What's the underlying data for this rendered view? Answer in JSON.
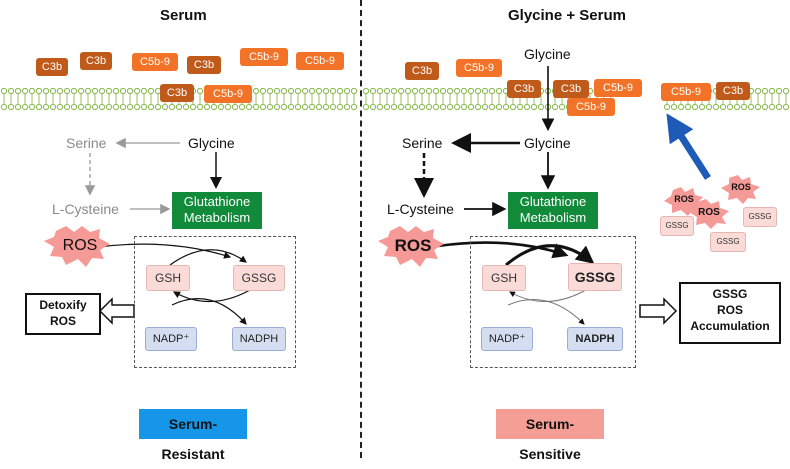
{
  "titles": {
    "left": "Serum",
    "right": "Glycine + Serum"
  },
  "proteins": {
    "c3b": "C3b",
    "c5b9": "C5b-9"
  },
  "nodes": {
    "serine": "Serine",
    "glycine": "Glycine",
    "l_cysteine": "L-Cysteine",
    "glutathione_line1": "Glutathione",
    "glutathione_line2": "Metabolism",
    "ros": "ROS",
    "gsh": "GSH",
    "gssg": "GSSG",
    "nadp": "NADP⁺",
    "nadph": "NADPH"
  },
  "outcomes": {
    "left_line1": "Detoxify",
    "left_line2": "ROS",
    "right_line1": "GSSG",
    "right_line2": "ROS",
    "right_line3": "Accumulation"
  },
  "badges": {
    "left": "Serum-Resistant",
    "right": "Serum-Sensitive"
  },
  "colors": {
    "c3b": "#c05a1a",
    "c5b9": "#f27327",
    "membrane": "#8dbb55",
    "glutathione": "#118a39",
    "ros_star": "#f59a96",
    "resistant_badge": "#1596e8",
    "sensitive_badge": "#f59e95",
    "blue_arrow": "#1e5bb8"
  }
}
